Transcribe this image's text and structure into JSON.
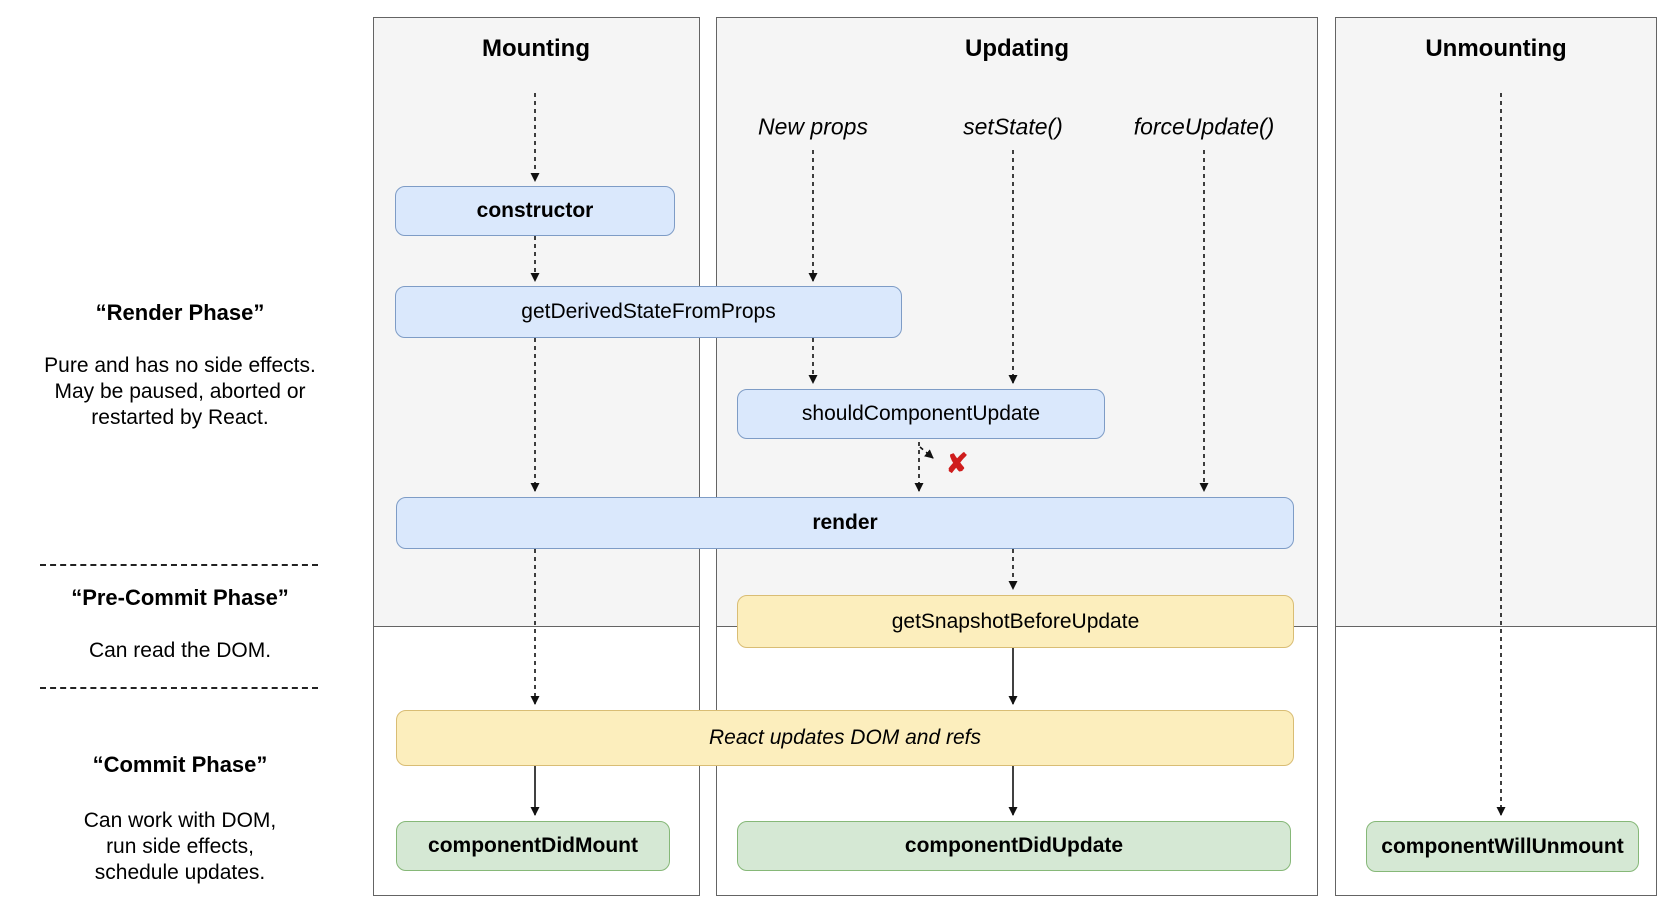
{
  "sidebar": {
    "render_phase": {
      "heading": "“Render Phase”",
      "lines": [
        "Pure and has no side effects.",
        "May be paused, aborted or",
        "restarted by React."
      ]
    },
    "pre_commit_phase": {
      "heading": "“Pre-Commit Phase”",
      "lines": [
        "Can read the DOM."
      ]
    },
    "commit_phase": {
      "heading": "“Commit Phase”",
      "lines": [
        "Can work with DOM,",
        "run side effects,",
        "schedule updates."
      ]
    }
  },
  "columns": {
    "mounting": {
      "title": "Mounting"
    },
    "updating": {
      "title": "Updating",
      "triggers": {
        "new_props": "New props",
        "set_state": "setState()",
        "force_update": "forceUpdate()"
      }
    },
    "unmounting": {
      "title": "Unmounting"
    }
  },
  "nodes": {
    "constructor": "constructor",
    "get_derived_state_from_props": "getDerivedStateFromProps",
    "should_component_update": "shouldComponentUpdate",
    "render": "render",
    "get_snapshot_before_update": "getSnapshotBeforeUpdate",
    "react_updates_dom": "React updates DOM and refs",
    "component_did_mount": "componentDidMount",
    "component_did_update": "componentDidUpdate",
    "component_will_unmount": "componentWillUnmount"
  },
  "icons": {
    "no_update_x_icon": "✘"
  },
  "colors": {
    "panel_gray": "#f5f5f5",
    "panel_border": "#646464",
    "lifecycle_blue_fill": "#dae8fc",
    "lifecycle_blue_border": "#7e9cc6",
    "side_effect_yellow_fill": "#fceebd",
    "side_effect_yellow_border": "#d9bd74",
    "commit_green_fill": "#d5e8d4",
    "commit_green_border": "#86b878",
    "reject_x_red": "#cf1d1d",
    "arrow_black": "#111111"
  }
}
